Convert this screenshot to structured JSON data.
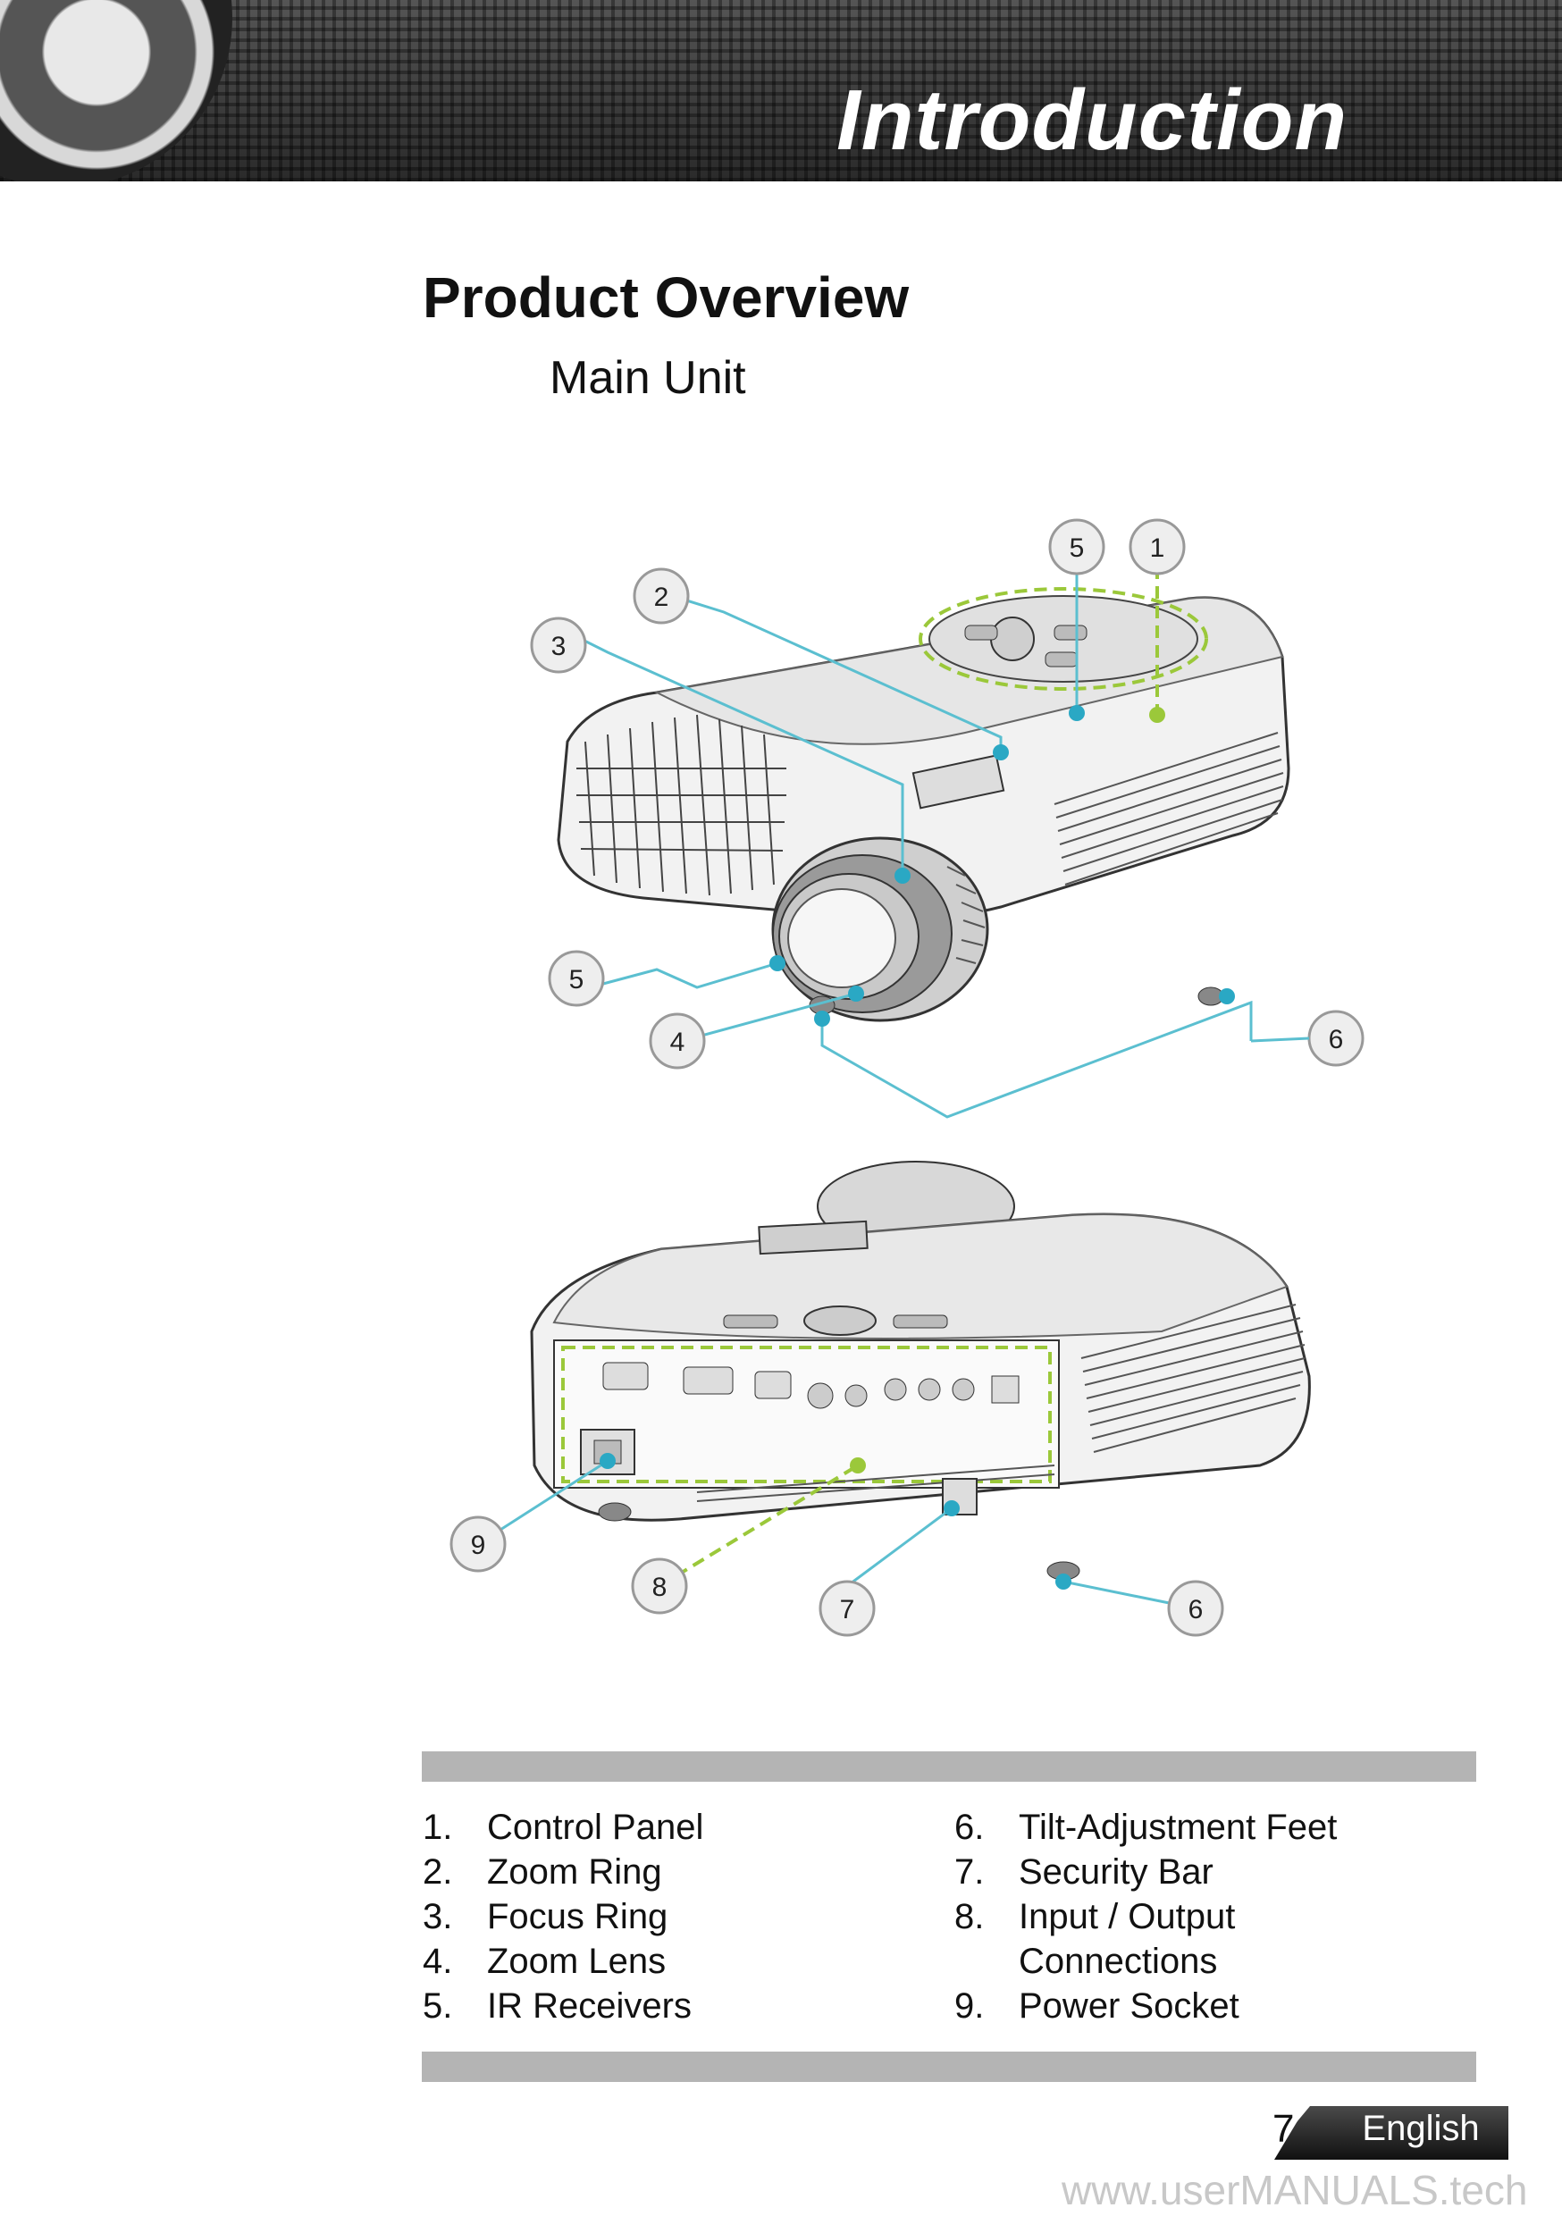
{
  "header": {
    "section_title": "Introduction"
  },
  "page": {
    "title": "Product Overview",
    "subtitle": "Main Unit"
  },
  "callouts_front": [
    "5",
    "1",
    "2",
    "3",
    "5",
    "4",
    "6"
  ],
  "callouts_rear": [
    "9",
    "8",
    "7",
    "6"
  ],
  "legend": {
    "left": [
      {
        "num": "1.",
        "label": "Control Panel"
      },
      {
        "num": "2.",
        "label": "Zoom Ring"
      },
      {
        "num": "3.",
        "label": "Focus Ring"
      },
      {
        "num": "4.",
        "label": "Zoom Lens"
      },
      {
        "num": "5.",
        "label": "IR Receivers"
      }
    ],
    "right": [
      {
        "num": "6.",
        "label": "Tilt-Adjustment Feet"
      },
      {
        "num": "7.",
        "label": "Security Bar"
      },
      {
        "num": "8.",
        "label": "Input / Output"
      },
      {
        "num": "",
        "label": "Connections"
      },
      {
        "num": "9.",
        "label": "Power Socket"
      }
    ]
  },
  "footer": {
    "page_number": "7",
    "language": "English"
  },
  "watermark": "www.userMANUALS.tech",
  "colors": {
    "callout_line": "#5bbfd0",
    "dashed_line": "#9bc83a",
    "header_bg": "#3c3c3c",
    "bar": "#b4b4b4"
  }
}
